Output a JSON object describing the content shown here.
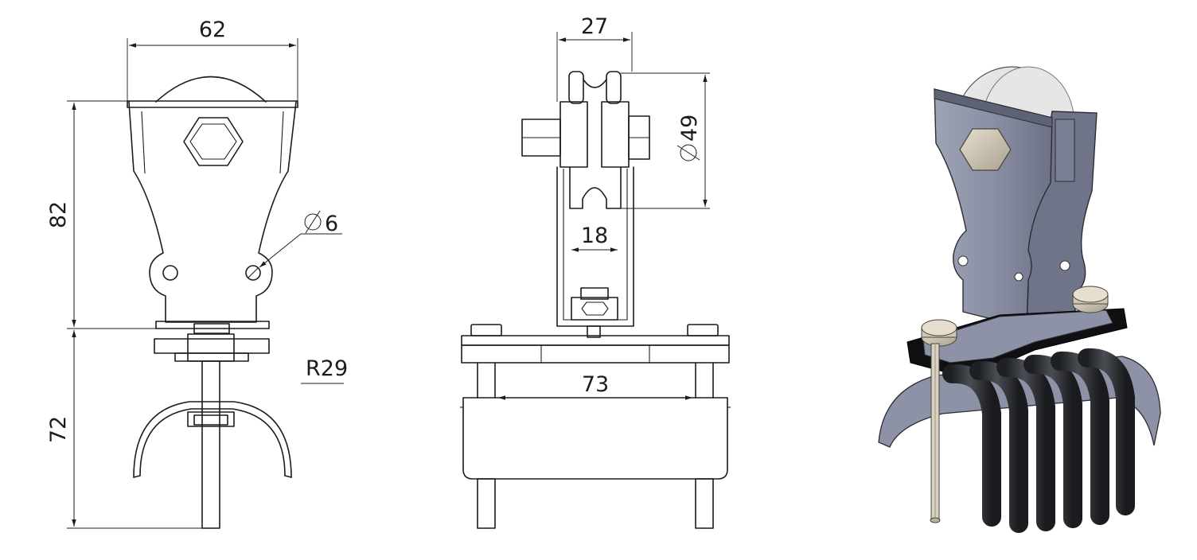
{
  "dimensions": {
    "front_width": "62",
    "upper_height": "82",
    "lower_height": "72",
    "hole_diameter": "6",
    "clamp_radius": "R29",
    "side_width": "27",
    "wheel_diameter": "49",
    "groove_width": "18",
    "saddle_width": "73"
  },
  "symbols": {
    "diameter": "⌀"
  },
  "colors": {
    "line": "#1c1c1c",
    "steel_plate": "#8d92a6",
    "steel_dark": "#5e6275",
    "wheel": "#d9d9d9",
    "bolt": "#cfc7b6",
    "cable": "#2b2d31",
    "base_pad": "#1a1a1a"
  }
}
